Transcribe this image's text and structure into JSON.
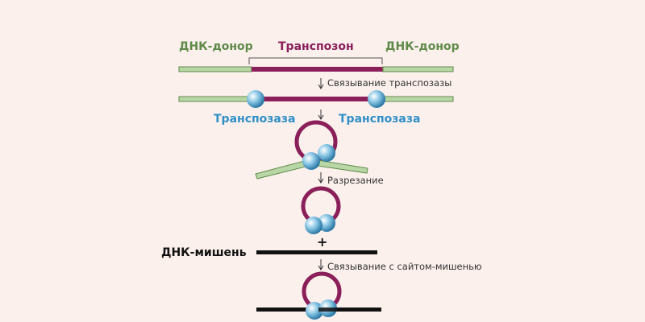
{
  "labels": {
    "donor_left": "ДНК-донор",
    "transposon": "Транспозон",
    "donor_right": "ДНК-донор",
    "transposase_left": "Транспозаза",
    "transposase_right": "Транспозаза",
    "target_dna": "ДНК-мишень",
    "plus": "+"
  },
  "steps": {
    "binding_transposase": "Связывание транспозазы",
    "cleavage": "Разрезание",
    "target_binding": "Связывание с сайтом-мишенью"
  },
  "colors": {
    "donor": "#5f8a4a",
    "donor_line": "#b9d7a6",
    "transposon": "#8a1f5a",
    "transposase": "#2f8fc8",
    "target": "#111111"
  }
}
